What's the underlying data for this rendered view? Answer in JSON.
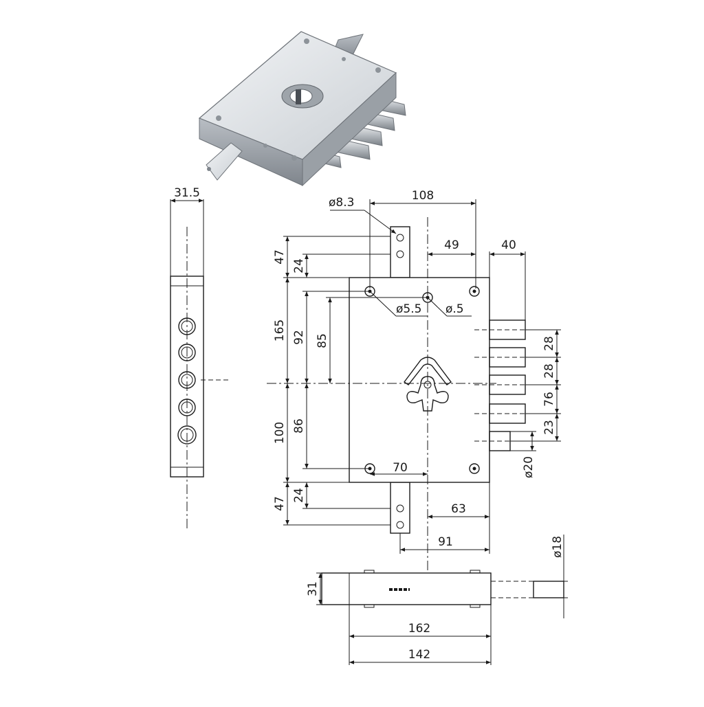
{
  "dimensions": {
    "side_width": "31.5",
    "hole_dia_top": "ø8.3",
    "total_width_top": "108",
    "spacing_49": "49",
    "bolt_projection": "40",
    "top_plate_47": "47",
    "top_plate_24": "24",
    "hole_dia_55": "ø5.5",
    "hole_dia_5": "ø.5",
    "height_165": "165",
    "height_92": "92",
    "height_85": "85",
    "bolt_28_a": "28",
    "bolt_28_b": "28",
    "bolt_76": "76",
    "bolt_23": "23",
    "height_100": "100",
    "height_86": "86",
    "pin_dia": "ø20",
    "spacing_70": "70",
    "bottom_plate_47": "47",
    "bottom_plate_24": "24",
    "spacing_63": "63",
    "spacing_91": "91",
    "bolt_dia_bottom": "ø18",
    "depth_31": "31",
    "length_162": "162",
    "length_142": "142"
  },
  "colors": {
    "line": "#1a1a1a",
    "background": "#ffffff",
    "metal_light": "#e4e7ea",
    "metal_mid": "#b9bec4",
    "metal_dark": "#7f858c"
  },
  "icons": {
    "product_render": "mortise-lock-photo"
  }
}
